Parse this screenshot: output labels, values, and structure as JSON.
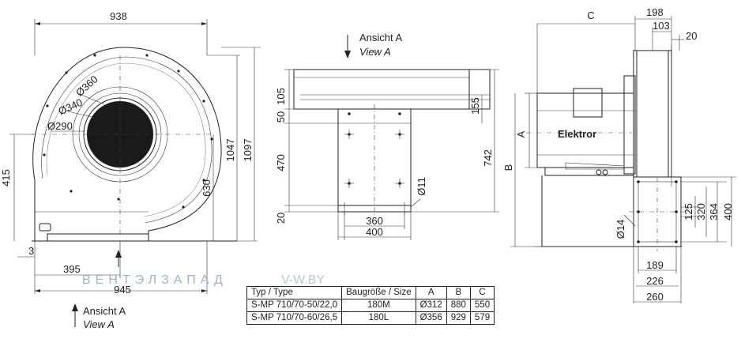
{
  "front_view": {
    "width_top": "938",
    "height_outer": "1097",
    "height_inner": "1047",
    "inlet_height": "415",
    "pedestal_height": "630",
    "dia_360": "Ø360",
    "dia_340": "Ø340",
    "dia_290": "Ø290",
    "offset_3": "3",
    "offset_395": "395",
    "width_bottom": "945",
    "view_label": "Ansicht A",
    "view_label_en": "View A"
  },
  "view_a": {
    "view_label": "Ansicht A",
    "view_label_en": "View A",
    "dim_105": "105",
    "dim_50": "50",
    "dim_470": "470",
    "dim_20": "20",
    "dim_155": "155",
    "dim_742": "742",
    "dim_11": "Ø11",
    "dim_360": "360",
    "dim_400": "400"
  },
  "side_view": {
    "dim_c": "C",
    "dim_198": "198",
    "dim_103": "103",
    "dim_20": "20",
    "dim_a": "A",
    "dim_b": "B",
    "brand": "Elektror",
    "dim_14": "Ø14",
    "dim_125": "125",
    "dim_320": "320",
    "dim_364": "364",
    "dim_400": "400",
    "dim_189": "189",
    "dim_226": "226",
    "dim_260": "260"
  },
  "watermark": {
    "text": "ВЕНТЭЛЗАПАД",
    "site": "V-W.BY"
  },
  "spec_table": {
    "headers": [
      "Typ / Type",
      "Baugröße / Size",
      "A",
      "B",
      "C"
    ],
    "rows": [
      [
        "S-MP 710/70-50/22,0",
        "180M",
        "Ø312",
        "880",
        "550"
      ],
      [
        "S-MP 710/70-60/26,5",
        "180L",
        "Ø356",
        "929",
        "579"
      ]
    ]
  }
}
